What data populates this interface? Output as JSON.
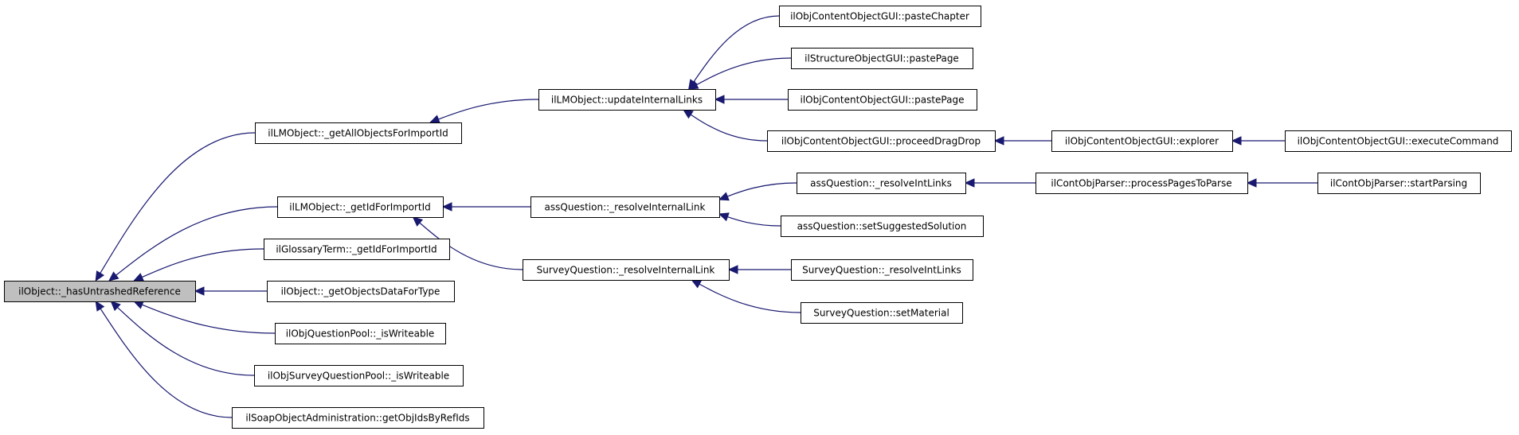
{
  "colors": {
    "edge": "#191970",
    "node_fill": "#ffffff",
    "highlight_fill": "#bfbfbf",
    "border": "#000000"
  },
  "nodes": [
    {
      "id": "root",
      "label": "ilObject::_hasUntrashedReference",
      "highlight": true
    },
    {
      "id": "lm_getAll",
      "label": "ilLMObject::_getAllObjectsForImportId"
    },
    {
      "id": "lm_getId",
      "label": "ilLMObject::_getIdForImportId"
    },
    {
      "id": "gloss_getId",
      "label": "ilGlossaryTerm::_getIdForImportId"
    },
    {
      "id": "obj_getData",
      "label": "ilObject::_getObjectsDataForType"
    },
    {
      "id": "qp_writeable",
      "label": "ilObjQuestionPool::_isWriteable"
    },
    {
      "id": "sqp_writeable",
      "label": "ilObjSurveyQuestionPool::_isWriteable"
    },
    {
      "id": "soap_getIds",
      "label": "ilSoapObjectAdministration::getObjIdsByRefIds"
    },
    {
      "id": "lm_updateLinks",
      "label": "ilLMObject::updateInternalLinks"
    },
    {
      "id": "ass_resolveLink",
      "label": "assQuestion::_resolveInternalLink"
    },
    {
      "id": "survey_resolveLink",
      "label": "SurveyQuestion::_resolveInternalLink"
    },
    {
      "id": "coc_pasteChapter",
      "label": "ilObjContentObjectGUI::pasteChapter"
    },
    {
      "id": "sog_pastePage",
      "label": "ilStructureObjectGUI::pastePage"
    },
    {
      "id": "coc_pastePage",
      "label": "ilObjContentObjectGUI::pastePage"
    },
    {
      "id": "coc_dragDrop",
      "label": "ilObjContentObjectGUI::proceedDragDrop"
    },
    {
      "id": "ass_resolveIntLinks",
      "label": "assQuestion::_resolveIntLinks"
    },
    {
      "id": "ass_setSolution",
      "label": "assQuestion::setSuggestedSolution"
    },
    {
      "id": "survey_resolveIntLinks",
      "label": "SurveyQuestion::_resolveIntLinks"
    },
    {
      "id": "survey_setMaterial",
      "label": "SurveyQuestion::setMaterial"
    },
    {
      "id": "coc_explorer",
      "label": "ilObjContentObjectGUI::explorer"
    },
    {
      "id": "parser_process",
      "label": "ilContObjParser::processPagesToParse"
    },
    {
      "id": "coc_execute",
      "label": "ilObjContentObjectGUI::executeCommand"
    },
    {
      "id": "parser_start",
      "label": "ilContObjParser::startParsing"
    }
  ],
  "edges": [
    {
      "from": "lm_getAll",
      "to": "root"
    },
    {
      "from": "lm_getId",
      "to": "root"
    },
    {
      "from": "gloss_getId",
      "to": "root"
    },
    {
      "from": "obj_getData",
      "to": "root"
    },
    {
      "from": "qp_writeable",
      "to": "root"
    },
    {
      "from": "sqp_writeable",
      "to": "root"
    },
    {
      "from": "soap_getIds",
      "to": "root"
    },
    {
      "from": "lm_updateLinks",
      "to": "lm_getAll"
    },
    {
      "from": "ass_resolveLink",
      "to": "lm_getId"
    },
    {
      "from": "survey_resolveLink",
      "to": "lm_getId"
    },
    {
      "from": "coc_pasteChapter",
      "to": "lm_updateLinks"
    },
    {
      "from": "sog_pastePage",
      "to": "lm_updateLinks"
    },
    {
      "from": "coc_pastePage",
      "to": "lm_updateLinks"
    },
    {
      "from": "coc_dragDrop",
      "to": "lm_updateLinks"
    },
    {
      "from": "ass_resolveIntLinks",
      "to": "ass_resolveLink"
    },
    {
      "from": "ass_setSolution",
      "to": "ass_resolveLink"
    },
    {
      "from": "survey_resolveIntLinks",
      "to": "survey_resolveLink"
    },
    {
      "from": "survey_setMaterial",
      "to": "survey_resolveLink"
    },
    {
      "from": "coc_explorer",
      "to": "coc_dragDrop"
    },
    {
      "from": "parser_process",
      "to": "ass_resolveIntLinks"
    },
    {
      "from": "coc_execute",
      "to": "coc_explorer"
    },
    {
      "from": "parser_start",
      "to": "parser_process"
    }
  ]
}
